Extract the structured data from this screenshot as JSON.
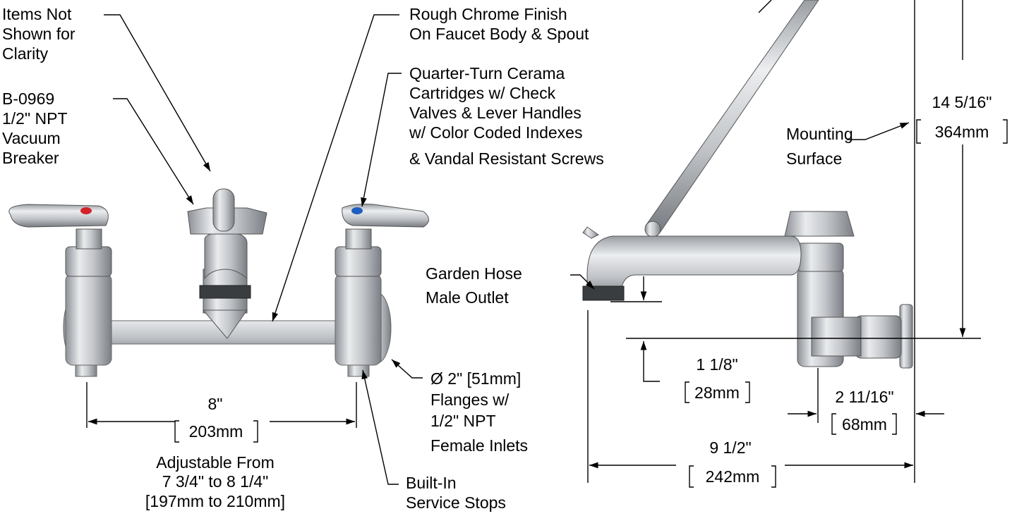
{
  "colors": {
    "metal": "#b9bcc1",
    "metal_dark": "#6f7378",
    "metal_light": "#e6e8ea",
    "hot": "#d2232a",
    "cold": "#1f5fbf",
    "line": "#000000"
  },
  "callouts": {
    "items_not_shown": [
      "Items Not",
      "Shown for",
      "Clarity"
    ],
    "vacuum_breaker": [
      "B-0969",
      "1/2\" NPT",
      "Vacuum",
      "Breaker"
    ],
    "rough_chrome": [
      "Rough Chrome Finish",
      "On Faucet Body & Spout"
    ],
    "cartridges": [
      "Quarter-Turn Cerama",
      "Cartridges w/ Check",
      "Valves & Lever Handles",
      "w/ Color Coded Indexes",
      "& Vandal Resistant Screws"
    ],
    "flanges": [
      "Ø 2\" [51mm]",
      "Flanges w/",
      "1/2\" NPT",
      "Female Inlets"
    ],
    "service_stops": [
      "Built-In",
      "Service Stops"
    ],
    "hose_outlet": [
      "Garden Hose",
      "Male Outlet"
    ],
    "mounting_surface": [
      "Mounting",
      "Surface"
    ]
  },
  "dimensions": {
    "center_width": {
      "imperial": "8\"",
      "metric": "203mm"
    },
    "adjustable": [
      "Adjustable From",
      "7 3/4\" to 8 1/4\"",
      "[197mm to 210mm]"
    ],
    "height": {
      "imperial": "14 5/16\"",
      "metric": "364mm"
    },
    "outlet_height": {
      "imperial": "1 1/8\"",
      "metric": "28mm"
    },
    "flange_depth": {
      "imperial": "2 11/16\"",
      "metric": "68mm"
    },
    "total_depth": {
      "imperial": "9 1/2\"",
      "metric": "242mm"
    }
  }
}
